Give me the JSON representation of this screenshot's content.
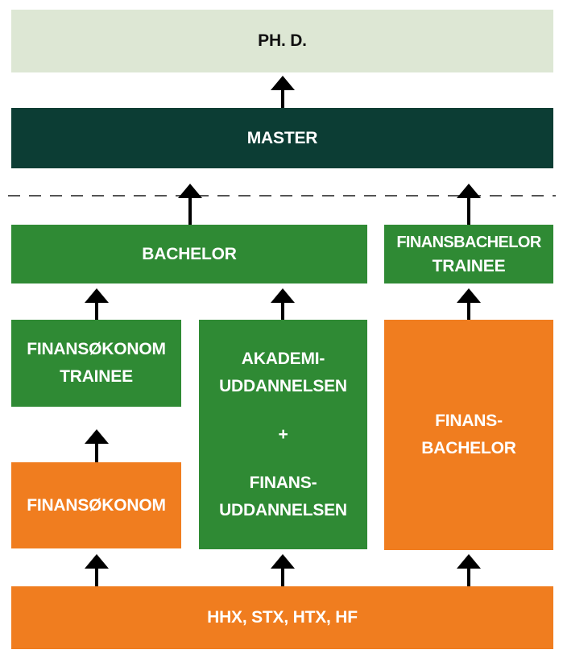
{
  "colors": {
    "light_green": "#dde7d4",
    "dark_teal": "#0c3d34",
    "green": "#2f8a34",
    "orange": "#f07d1f",
    "arrow": "#000000",
    "dashed": "#555555"
  },
  "boxes": {
    "phd": {
      "lines": [
        "PH. D."
      ]
    },
    "master": {
      "lines": [
        "MASTER"
      ]
    },
    "bachelor": {
      "lines": [
        "BACHELOR"
      ]
    },
    "finansbachelor_trainee": {
      "lines": [
        "FINANSBACHELOR",
        "TRAINEE"
      ]
    },
    "finansokonom_trainee": {
      "lines": [
        "FINANSØKONOM",
        "TRAINEE"
      ]
    },
    "finansokonom": {
      "lines": [
        "FINANSØKONOM"
      ]
    },
    "akademi": {
      "lines": [
        "AKADEMI-",
        "UDDANNELSEN",
        "+",
        "FINANS-",
        "UDDANNELSEN"
      ]
    },
    "finans_bachelor": {
      "lines": [
        "FINANS-",
        "BACHELOR"
      ]
    },
    "entry": {
      "lines": [
        "HHX, STX, HTX, HF"
      ]
    }
  }
}
